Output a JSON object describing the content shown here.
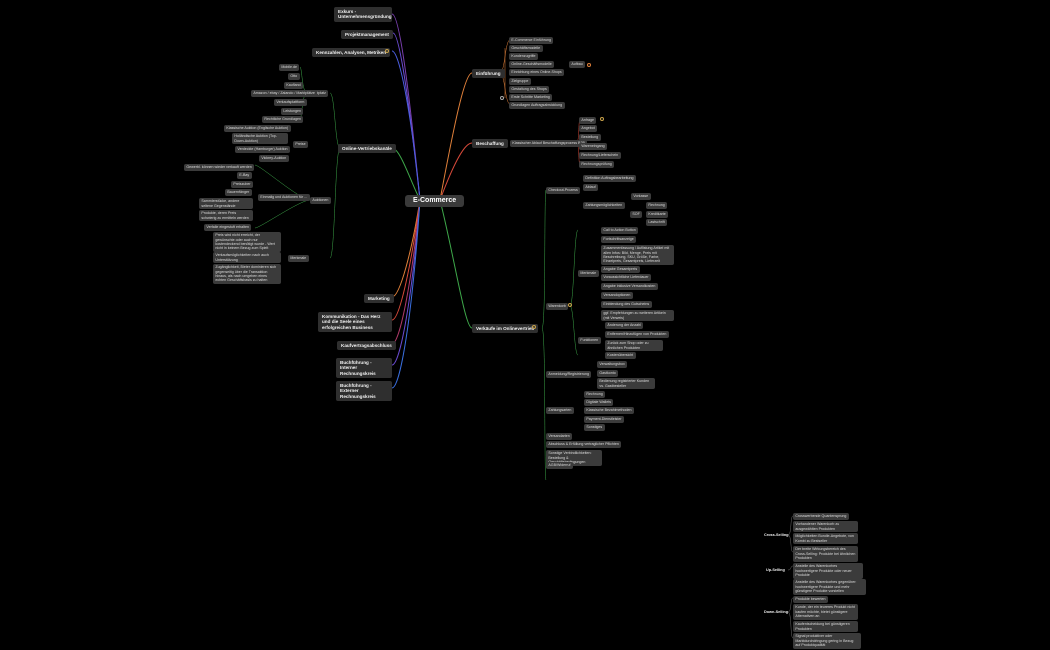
{
  "central": "E-Commerce",
  "left_main": {
    "exkurs": "Exkurs - Unternehmensgründung",
    "projekt": "Projektmanagement",
    "kennzahlen": "Kennzahlen, Analysen, Metriken",
    "online_vertrieb": "Online-Vertriebskanäle",
    "marketing": "Marketing",
    "kommunikation": "Kommunikation - Das Herz und die Seele eines erfolgreichen Business",
    "kaufvertrag": "Kaufvertragsabschluss",
    "buchfuehrung_intern": "Buchführung - Interner Rechnungskreis",
    "buchfuehrung_extern": "Buchführung - Externer Rechnungskreis"
  },
  "online_vertrieb": {
    "marktplatz": "Marktplatz",
    "marktplatz_items": [
      "Mobile.de",
      "Otto",
      "Kaufland",
      "Amazon / ebay / Zalando / Marktplätze",
      "Verkaufsplattform",
      "Leistungen",
      "Rechtliche Grundlagen"
    ],
    "preise": "Preise",
    "preise_items": [
      "Klassische Auktion (Englische Auktion)",
      "Holländische Auktion (Top-Down-Auktion)",
      "Verdeckte (Hamburger) Auktion",
      "Vickrey-Auktion"
    ],
    "auktionen": "Auktionen",
    "auktion_title": "Einmalig und Auktionen für ...",
    "auktion_items": [
      "Gewerbl. können wieder verkauft werden",
      "E-Bay",
      "Preiszuber",
      "Bauernfänger",
      "Sammlerstücke, andere seltene Gegenstände",
      "Produkte, deren Preis schwierig zu ermitteln werden",
      "Verfalle eingestuft erhalten"
    ],
    "merkmale": "Merkmale",
    "merkmale_items": [
      "Preis wird nicht erreicht, der gewünschte oder auch nur kostendeckend benötigt wurde - Wert nicht in keinem Bezug zum Spielt",
      "Verkaufsmöglichkeiten nach auch Unterstützung",
      "Zugänglichkeit, Bieter dominieren sich gegenseitig über die Transaktion hinaus, als nach umgeben eines echten Geschäftsbasis zu halten"
    ]
  },
  "einfuehrung": {
    "label": "Einführung",
    "items": [
      "E-Commerce Einführung",
      "Geschäftsmodelle",
      "Kundenzugriffe",
      "Online-Geschäftsmodelle",
      "Einrichtung eines Online-Shops",
      "Zielgruppe",
      "Gestaltung des Shops",
      "Erste Schritte Marketing",
      "Grundlagen Auftragsabwicklung"
    ],
    "aufbau": "Aufbau"
  },
  "beschaffung": {
    "label": "Beschaffung",
    "process": "Klassischer Ablauf Beschaffungsprozess B2B",
    "items": [
      "Anfrage",
      "Angebot",
      "Bestellung",
      "Wareneingang",
      "Rechnung/Lieferschein",
      "Rechnungsprüfung"
    ]
  },
  "verkaeufe": {
    "label": "Verkäufe im Onlinevertrieb",
    "checkout": "Checkout-Prozess",
    "checkout_items": [
      "Definition Auftragsbearbeitung",
      "Ablauf",
      "Zahlungsmöglichkeiten"
    ],
    "zahl_items": [
      "Vorkasse",
      "Rechnung",
      "Kreditkarte",
      "Lastschrift"
    ],
    "sofort": "SOF",
    "warenkorb": "Warenkorb",
    "merkmale": "Merkmale",
    "merkmale_items": [
      "Call to Action Button",
      "Fortschrittsanzeige",
      "Zusammenfassung / Auflistung Artikel mit allen Infos: Bild, Menge, Preis mit Beschreibung, SKU, Größe, Farbe, Einzelpreis, Gesamtpreis, Lieferzeit",
      "Angabe Gesamtpreis",
      "Voraussichtliche Lieferdauer",
      "Angabe inklusive Versandkosten",
      "Versandoptionen",
      "Einblendung des Gutscheins",
      "ggf. Empfehlungen zu weiteren Artikeln (mit Verweis)"
    ],
    "funktionen": "Funktionen",
    "funktionen_items": [
      "Änderung der Anzahl",
      "Entfernen/Hinzufügen von Produkten",
      "Zurück zum Shop oder zu ähnlichen Produkten",
      "Kostenübersicht"
    ],
    "anmeldung": "Anmeldung/Registrierung",
    "anmeldung_items": [
      "Verwaltungsbox",
      "Gastkonto",
      "Bedienung registrierter Kunden vs. Gastbesteller"
    ],
    "zahlungsarten": "Zahlungsarten",
    "zahlungsarten_items": [
      "Rechnung",
      "Digitale Wallets",
      "Klassische Bezahlmethoden",
      "Payment-Dienstleister",
      "Sonstiges"
    ],
    "more": [
      "Versandarten",
      "Abschluss & Erfüllung vertraglicher Pflichten",
      "Sonstige Verbindlichkeiten: Bestellung & Geschäftsbedingungen",
      "AGB/Widerruf"
    ]
  },
  "selling": {
    "cross": "Cross-Selling",
    "cross_items": [
      "Crosswerbende Quantensprung",
      "Vorhandener Warenkorb zu ausgewählten Produkten",
      "Möglichkeiten Bundle-Angebote, von Kombi zu Bestseller",
      "Der breite Wirkungsbereich des Cross-Selling: Produkte bei ähnlichen Produkten"
    ],
    "up": "Up-Selling",
    "up_items": [
      "Anstelle des Warenkorbes hochwertigere Produkte oder neuer Produkte",
      "Anstelle des Warenkorbes gegenüber: hochwertigere Produkte und mehr günstigere Produkte vorstellen",
      "Produkte bewerten"
    ],
    "down": "Down-Selling",
    "down_items": [
      "Kunde, der ein teureres Produkt nicht kaufen möchte, bietet günstigere Alternativen an",
      "Kaufentscheidung bei günstigeren Produkten",
      "Signal produktiver oder Marktdurchdringung gering in Bezug auf Produktqualität"
    ]
  },
  "colors": {
    "background": "#000000",
    "node": "#3b3b3b",
    "text": "#dddddd",
    "purple": "#6b4bd8",
    "blue": "#3a6fe0",
    "green": "#3ea84a",
    "orange": "#e0803a",
    "red": "#d84a3a"
  }
}
